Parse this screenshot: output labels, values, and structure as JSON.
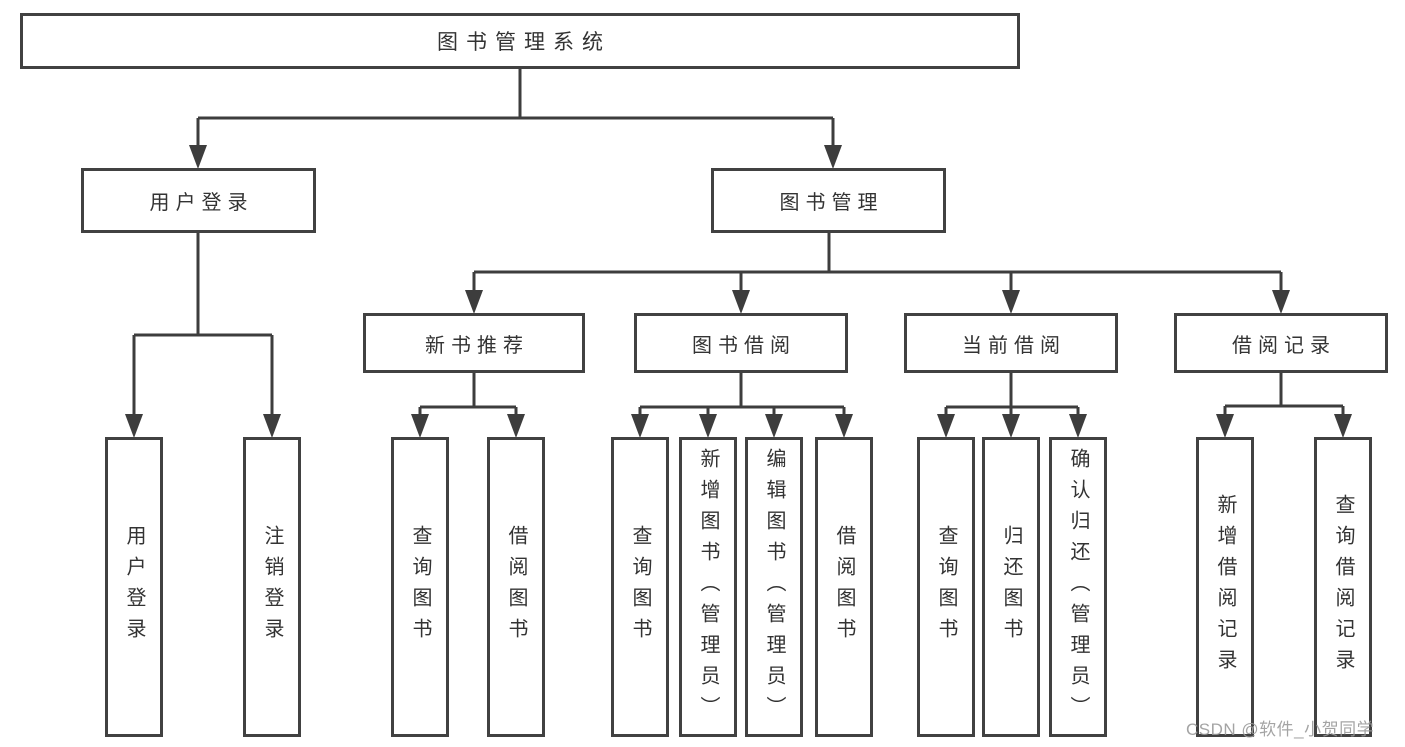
{
  "diagram": {
    "root": {
      "label": "图书管理系统"
    },
    "branches": [
      {
        "label": "用户登录",
        "leaves": [
          "用户登录",
          "注销登录"
        ]
      },
      {
        "label": "图书管理",
        "children": [
          {
            "label": "新书推荐",
            "leaves": [
              "查询图书",
              "借阅图书"
            ]
          },
          {
            "label": "图书借阅",
            "leaves": [
              "查询图书",
              "新增图书（管理员）",
              "编辑图书（管理员）",
              "借阅图书"
            ]
          },
          {
            "label": "当前借阅",
            "leaves": [
              "查询图书",
              "归还图书",
              "确认归还（管理员）"
            ]
          },
          {
            "label": "借阅记录",
            "leaves": [
              "新增借阅记录",
              "查询借阅记录"
            ]
          }
        ]
      }
    ]
  },
  "watermark": {
    "text": "CSDN @软件_小贺同学"
  },
  "colors": {
    "line": "#3d3d3d",
    "border": "#414141",
    "text": "#333333",
    "box_background": "#ffffff",
    "watermark": "#9a9a9a",
    "page_background": "#ffffff"
  }
}
